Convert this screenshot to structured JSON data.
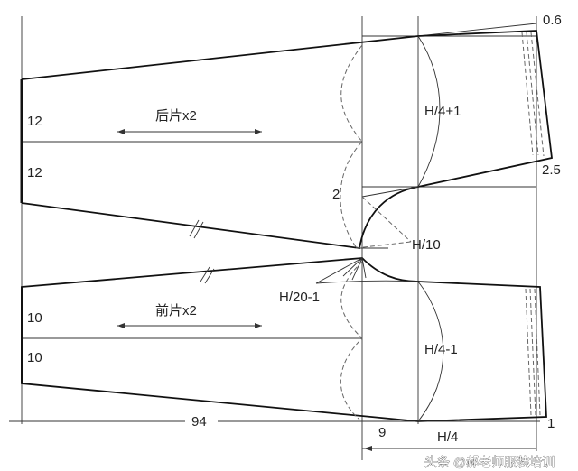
{
  "back_piece": {
    "label": "后片x2",
    "width_top": "12",
    "width_bottom": "12",
    "rise_label": "H/4+1",
    "crotch_label": "H/10",
    "side_label": "2",
    "waist_raise": "0.6",
    "waist_offset": "2.5"
  },
  "front_piece": {
    "label": "前片x2",
    "width_top": "10",
    "width_bottom": "10",
    "rise_label": "H/4-1",
    "crotch_label": "H/20-1",
    "waist_offset": "1"
  },
  "dimensions": {
    "length": "94",
    "crotch_ext": "9",
    "hip": "H/4"
  },
  "watermark": "头条 @郝老师服装培训"
}
